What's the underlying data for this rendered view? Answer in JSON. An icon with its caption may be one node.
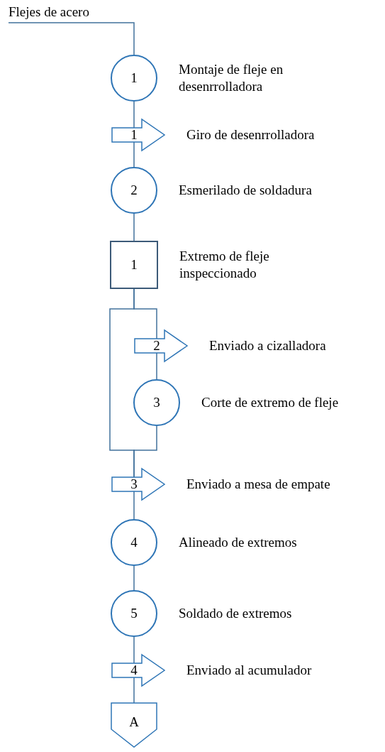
{
  "diagram": {
    "nodes": [
      {
        "text": [
          "Flejes de acero"
        ]
      },
      {
        "text": [
          "1"
        ],
        "beside": [
          "Montaje de fleje en desenrrolladora"
        ]
      },
      {
        "text": [
          "1"
        ],
        "beside": [
          "Giro de desenrrolladora"
        ]
      },
      {
        "text": [
          "2"
        ],
        "beside": [
          "Esmerilado de soldadura"
        ]
      },
      {
        "text": [
          "1"
        ],
        "beside": [
          "Extremo de fleje inspeccionado"
        ]
      },
      {
        "text": [
          "2"
        ],
        "beside": [
          "Enviado a cizalladora"
        ]
      },
      {
        "text": [
          "3"
        ],
        "beside": [
          "Corte de extremo de fleje"
        ]
      },
      {
        "text": [
          "3"
        ],
        "beside": [
          "Enviado a mesa de empate"
        ]
      },
      {
        "text": [
          "4"
        ],
        "beside": [
          "Alineado de extremos"
        ]
      },
      {
        "text": [
          "5"
        ],
        "beside": [
          "Soldado de extremos"
        ]
      },
      {
        "text": [
          "4"
        ],
        "beside": [
          "Enviado al acumulador"
        ]
      },
      {
        "text": [
          "A"
        ]
      }
    ],
    "edges": [
      {
        "from": 0,
        "to": 1,
        "arrow": "none"
      },
      {
        "from": 1,
        "to": 2,
        "arrow": "none"
      },
      {
        "from": 2,
        "to": 3,
        "arrow": "none"
      },
      {
        "from": 3,
        "to": 4,
        "arrow": "none"
      },
      {
        "from": 4,
        "to": 5,
        "arrow": "none"
      },
      {
        "from": 5,
        "to": 6,
        "arrow": "none"
      },
      {
        "from": 6,
        "to": 7,
        "arrow": "none"
      },
      {
        "from": 4,
        "to": 7,
        "arrow": "none"
      },
      {
        "from": 7,
        "to": 8,
        "arrow": "none"
      },
      {
        "from": 8,
        "to": 9,
        "arrow": "none"
      },
      {
        "from": 9,
        "to": 10,
        "arrow": "none"
      },
      {
        "from": 10,
        "to": 11,
        "arrow": "none"
      }
    ]
  }
}
